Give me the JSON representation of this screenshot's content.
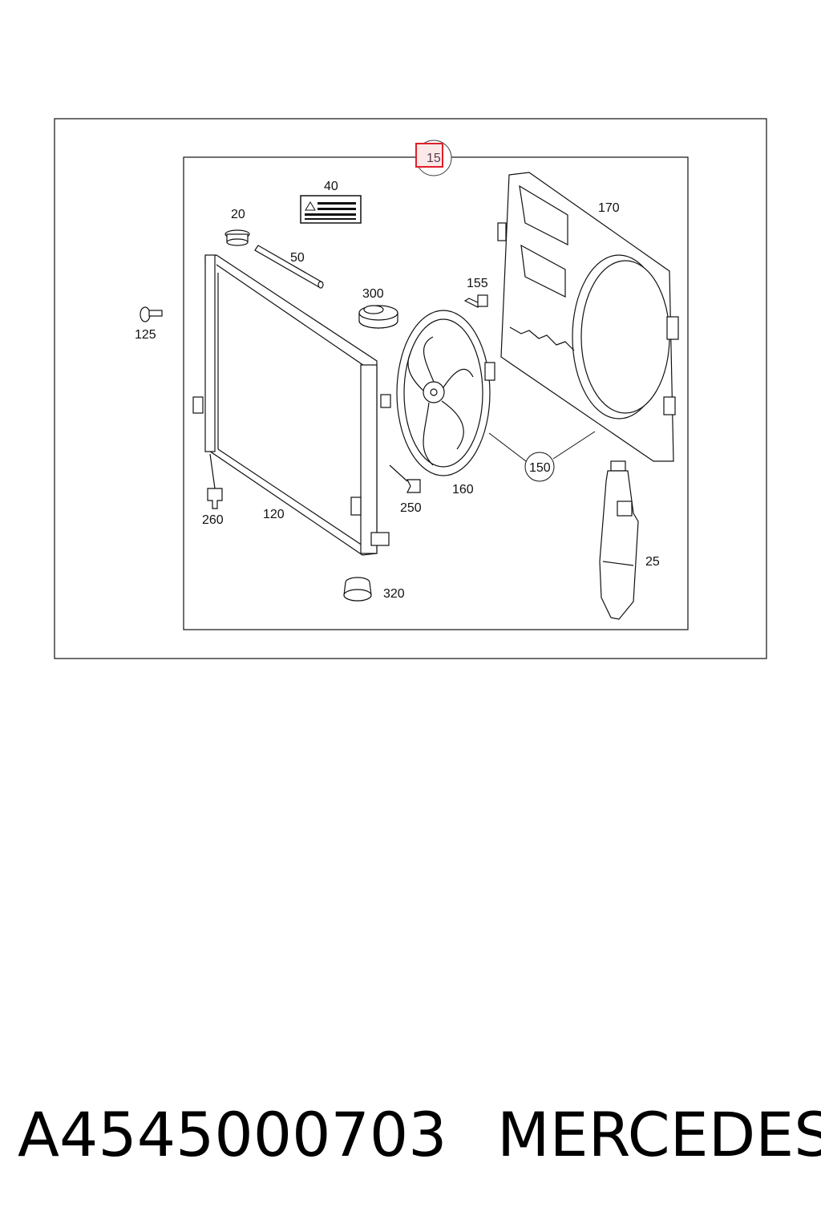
{
  "diagram": {
    "highlight_color": "#e0202a",
    "callouts": [
      {
        "id": "15",
        "text": "15"
      },
      {
        "id": "40",
        "text": "40"
      },
      {
        "id": "20",
        "text": "20"
      },
      {
        "id": "50",
        "text": "50"
      },
      {
        "id": "170",
        "text": "170"
      },
      {
        "id": "155",
        "text": "155"
      },
      {
        "id": "300",
        "text": "300"
      },
      {
        "id": "125",
        "text": "125"
      },
      {
        "id": "150",
        "text": "150"
      },
      {
        "id": "160",
        "text": "160"
      },
      {
        "id": "250",
        "text": "250"
      },
      {
        "id": "260",
        "text": "260"
      },
      {
        "id": "120",
        "text": "120"
      },
      {
        "id": "25",
        "text": "25"
      },
      {
        "id": "320",
        "text": "320"
      }
    ]
  },
  "caption": {
    "part_number": "A4545000703",
    "brand": "MERCEDES"
  }
}
